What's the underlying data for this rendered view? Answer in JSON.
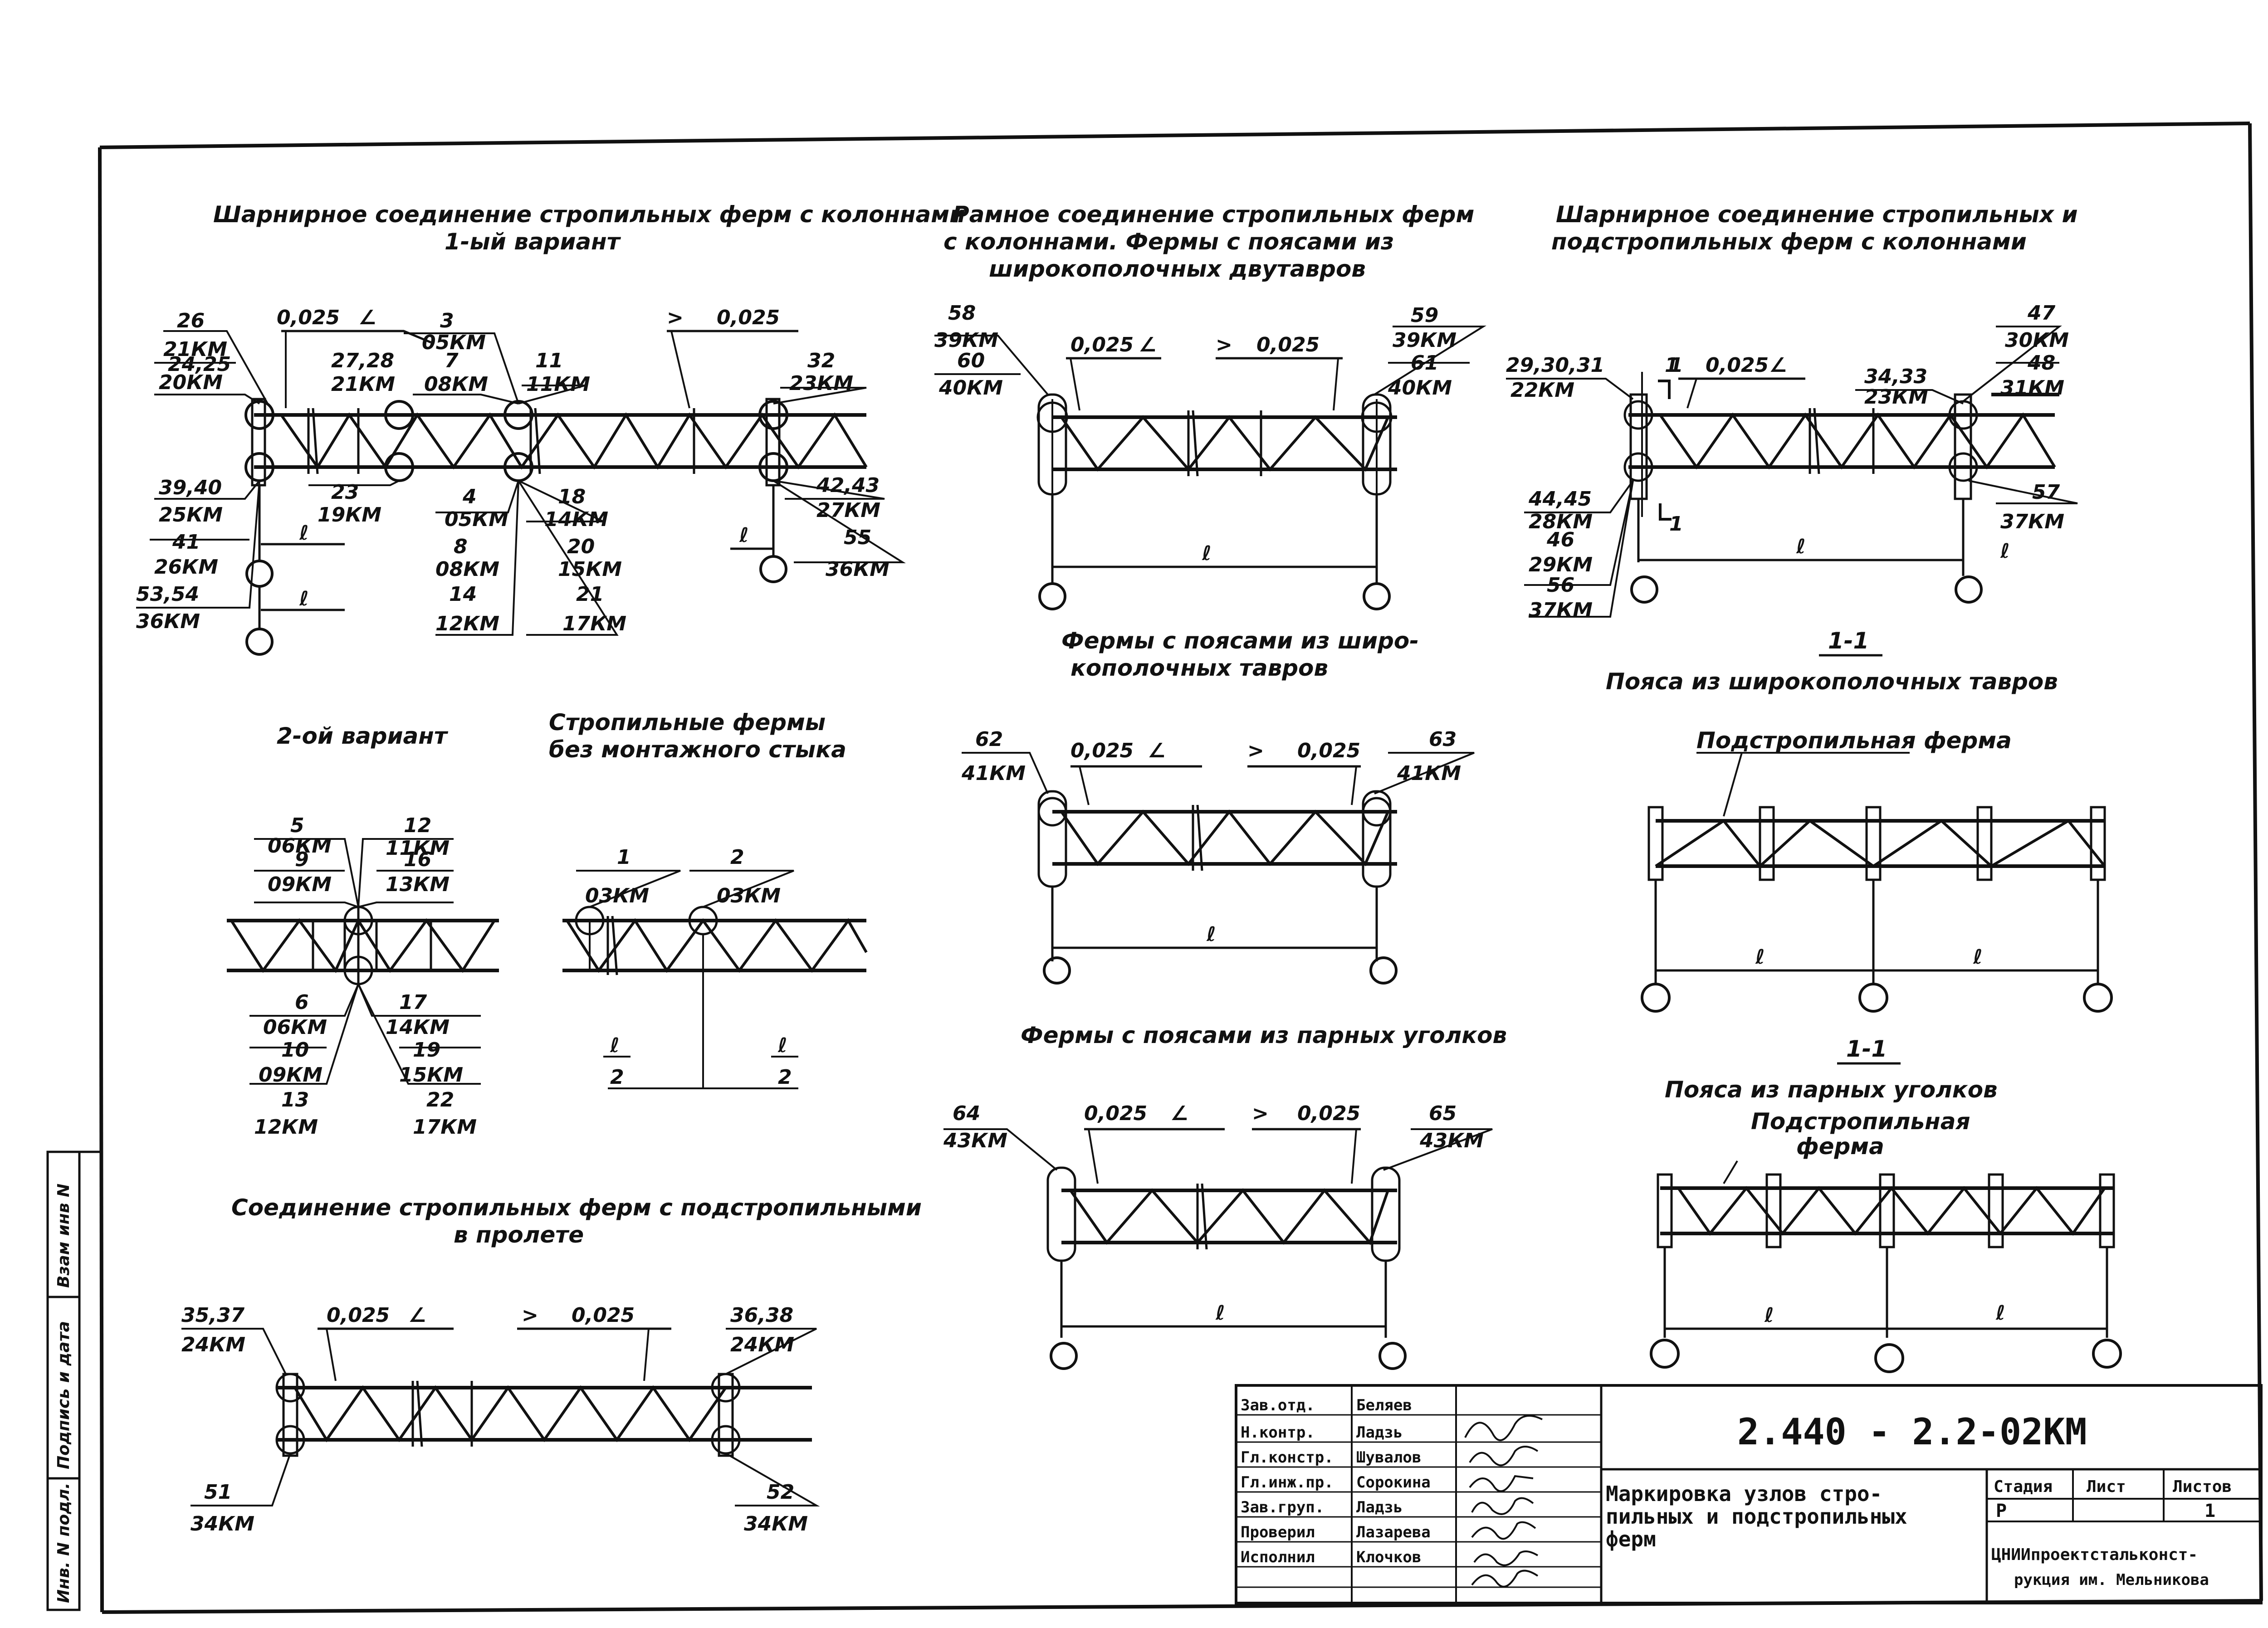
{
  "titles": {
    "s1_line1": "Шарнирное соединение стропильных ферм с колоннами",
    "s1_line2": "1-ый вариант",
    "s2_line1": "Рамное соединение стропильных ферм",
    "s2_line2": "с колоннами. Фермы с поясами из",
    "s2_line3": "широкополочных двутавров",
    "s3_line1": "Шарнирное соединение стропильных и",
    "s3_line2": "подстропильных ферм с колоннами",
    "s4": "2-ой вариант",
    "s5_line1": "Стропильные фермы",
    "s5_line2": "без монтажного стыка",
    "s6_line1": "Фермы с поясами из широ-",
    "s6_line2": "кополочных тавров",
    "s7": "Фермы с поясами из парных уголков",
    "s8_line1": "Соединение стропильных ферм с подстропильными",
    "s8_line2": "в пролете",
    "s9_section": "1-1",
    "s9_title": "Пояса из широкополочных тавров",
    "s9_sub": "Подстропильная ферма",
    "s10_section": "1-1",
    "s10_title": "Пояса из парных уголков",
    "s10_sub_line1": "Подстропильная",
    "s10_sub_line2": "ферма"
  },
  "common": {
    "slope": "0,025",
    "span": "ℓ",
    "half_span": "ℓ",
    "half_den": "2",
    "section_mark": "1"
  },
  "marks": {
    "m26": "26",
    "m21km_a": "21КМ",
    "m24_25": "24,25",
    "m20km": "20КМ",
    "m0025_a": "0,025",
    "m3": "3",
    "m05km_a": "05КМ",
    "m7": "7",
    "m08km_a": "08КМ",
    "m27_28": "27,28",
    "m21km_b": "21КМ",
    "m11": "11",
    "m11km_a": "11КМ",
    "m32": "32",
    "m23km_a": "23КМ",
    "m39_40": "39,40",
    "m25km": "25КМ",
    "m41": "41",
    "m26km": "26КМ",
    "m53_54": "53,54",
    "m36km_a": "36КМ",
    "m23": "23",
    "m19km": "19КМ",
    "m4": "4",
    "m05km_b": "05КМ",
    "m8": "8",
    "m08km_b": "08КМ",
    "m14": "14",
    "m12km_a": "12КМ",
    "m18": "18",
    "m14km_a": "14КМ",
    "m20": "20",
    "m15km_a": "15КМ",
    "m21": "21",
    "m17km_a": "17КМ",
    "m42_43": "42,43",
    "m27km": "27КМ",
    "m55": "55",
    "m36km_b": "36КМ",
    "m58": "58",
    "m39km_a": "39КМ",
    "m60": "60",
    "m40km_a": "40КМ",
    "m59": "59",
    "m39km_b": "39КМ",
    "m61": "61",
    "m40km_b": "40КМ",
    "m29_30_31": "29,30,31",
    "m22km": "22КМ",
    "m1_s3": "1",
    "m34_33": "34,33",
    "m23km_b": "23КМ",
    "m47": "47",
    "m30km": "30КМ",
    "m48": "48",
    "m31km": "31КМ",
    "m44_45": "44,45",
    "m28km": "28КМ",
    "m46": "46",
    "m29km": "29КМ",
    "m56": "56",
    "m37km_a": "37КМ",
    "m57": "57",
    "m37km_b": "37КМ",
    "m5": "5",
    "m06km_a": "06КМ",
    "m9": "9",
    "m09km_a": "09КМ",
    "m12": "12",
    "m11km_b": "11КМ",
    "m16": "16",
    "m13km": "13КМ",
    "m6": "6",
    "m06km_b": "06КМ",
    "m10": "10",
    "m09km_b": "09КМ",
    "m13": "13",
    "m12km_b": "12КМ",
    "m17": "17",
    "m14km_b": "14КМ",
    "m19": "19",
    "m15km_b": "15КМ",
    "m22": "22",
    "m17km_b": "17КМ",
    "m1_s5": "1",
    "m03km_a": "03КМ",
    "m2_s5": "2",
    "m03km_b": "03КМ",
    "m62": "62",
    "m41km_a": "41КМ",
    "m63": "63",
    "m41km_b": "41КМ",
    "m64": "64",
    "m43km_a": "43КМ",
    "m65": "65",
    "m43km_b": "43КМ",
    "m35_37": "35,37",
    "m24km_a": "24КМ",
    "m36_38": "36,38",
    "m24km_b": "24КМ",
    "m51": "51",
    "m34km_a": "34КМ",
    "m52": "52",
    "m34km_b": "34КМ"
  },
  "side_stamp": {
    "s1": "Взам инв N",
    "s2": "Подпись и дата",
    "s3": "Инв. N подл."
  },
  "title_block": {
    "code": "2.440 - 2.2-02КМ",
    "roles": [
      "Зав.отд.",
      "Н.контр.",
      "Гл.констр.",
      "Гл.инж.пр.",
      "Зав.груп.",
      "Проверил",
      "Исполнил"
    ],
    "names": [
      "Беляев",
      "Ладзь",
      "Шувалов",
      "Сорокина",
      "Ладзь",
      "Лазарева",
      "Клочков"
    ],
    "sheet_title_line1": "Маркировка узлов стро-",
    "sheet_title_line2": "пильных и подстропильных",
    "sheet_title_line3": "ферм",
    "stage_header": "Стадия",
    "sheet_header": "Лист",
    "sheets_header": "Листов",
    "stage_value": "Р",
    "sheets_value": "1",
    "org_line1": "ЦНИИпроектстальконст-",
    "org_line2": "рукция им. Мельникова"
  }
}
